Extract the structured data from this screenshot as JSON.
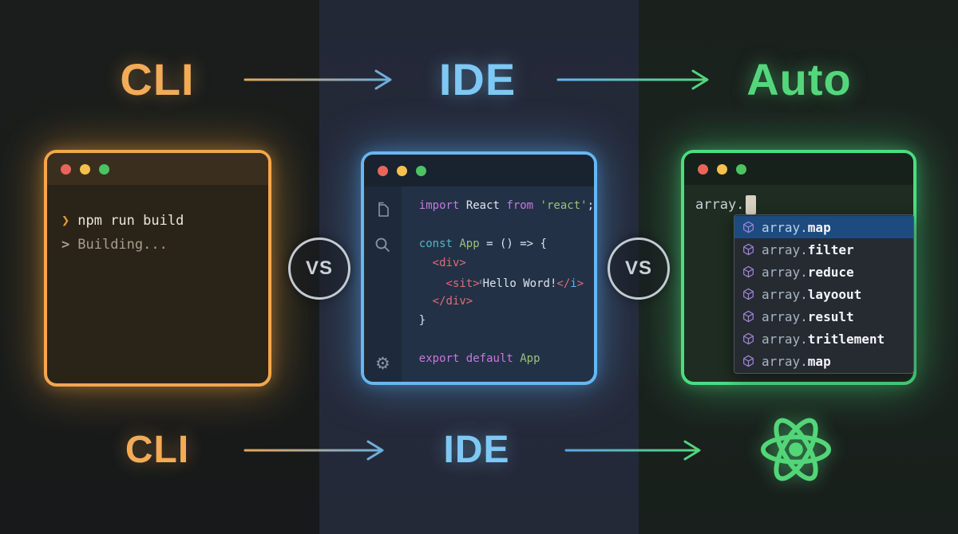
{
  "header": {
    "cli": "CLI",
    "ide": "IDE",
    "auto": "Auto"
  },
  "footer": {
    "cli": "CLI",
    "ide": "IDE"
  },
  "vs_label": "VS",
  "terminal": {
    "lines": [
      {
        "prompt": "❯",
        "prompt_color": "#e8973f",
        "text": "npm run build",
        "text_color": "#ece6da"
      },
      {
        "prompt": ">",
        "prompt_color": "#a89f8e",
        "text": "Building...",
        "text_color": "#a89f8e"
      }
    ]
  },
  "editor": {
    "code_lines": [
      [
        {
          "text": "import ",
          "style": "keyword"
        },
        {
          "text": "React ",
          "style": "plain"
        },
        {
          "text": "from ",
          "style": "keyword"
        },
        {
          "text": "'react'",
          "style": "string"
        },
        {
          "text": ";",
          "style": "plain"
        }
      ],
      [],
      [
        {
          "text": "const ",
          "style": "type"
        },
        {
          "text": "App ",
          "style": "fn"
        },
        {
          "text": "= () => {",
          "style": "plain"
        }
      ],
      [
        {
          "text": "  ",
          "style": "plain"
        },
        {
          "text": "<div>",
          "style": "tag"
        }
      ],
      [
        {
          "text": "    ",
          "style": "plain"
        },
        {
          "text": "<sit>",
          "style": "tag"
        },
        {
          "text": "ᴇ",
          "style": "dim"
        },
        {
          "text": "Hello Word!",
          "style": "plain"
        },
        {
          "text": "</",
          "style": "tag"
        },
        {
          "text": "i",
          "style": "attr"
        },
        {
          "text": ">",
          "style": "tag"
        }
      ],
      [
        {
          "text": "  ",
          "style": "plain"
        },
        {
          "text": "</div>",
          "style": "tag"
        }
      ],
      [
        {
          "text": "}",
          "style": "plain"
        }
      ],
      [],
      [
        {
          "text": "export default ",
          "style": "keyword"
        },
        {
          "text": "App",
          "style": "fn"
        }
      ]
    ]
  },
  "autocomplete": {
    "typed": "array.",
    "suggestions": [
      {
        "label": "array.map",
        "selected": true
      },
      {
        "label": "array.filter",
        "selected": false
      },
      {
        "label": "array.reduce",
        "selected": false
      },
      {
        "label": "array.layoout",
        "selected": false
      },
      {
        "label": "array.result",
        "selected": false
      },
      {
        "label": "array.tritlement",
        "selected": false
      },
      {
        "label": "array.map",
        "selected": false
      }
    ]
  },
  "colors": {
    "traffic_lights": [
      "#e8655a",
      "#f5c04e",
      "#4dc263"
    ],
    "cli_accent": "#f2ab56",
    "ide_accent": "#7ec8f5",
    "auto_accent": "#54d77c",
    "selected_row": "#1d4b80",
    "cube_icon": "#9f86d8"
  }
}
